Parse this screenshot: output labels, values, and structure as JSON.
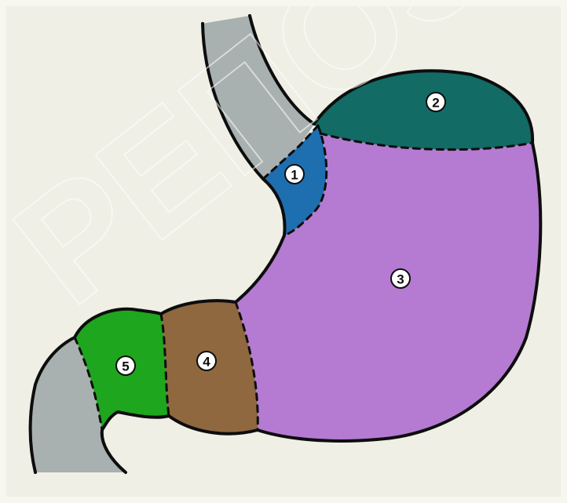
{
  "diagram": {
    "labels": [
      "1",
      "2",
      "3",
      "4",
      "5"
    ],
    "watermark": "РЕПОЗ",
    "colors": {
      "background": "#efefe6",
      "esophagus": "#a8b0b0",
      "duodenum": "#a8b0b0",
      "region_1": "#1e6fb0",
      "region_2": "#126b64",
      "region_3": "#b57ad2",
      "region_4": "#8f6840",
      "region_5": "#1ea61e",
      "outline": "#0d0d0d",
      "label_fill": "#ffffff"
    }
  }
}
